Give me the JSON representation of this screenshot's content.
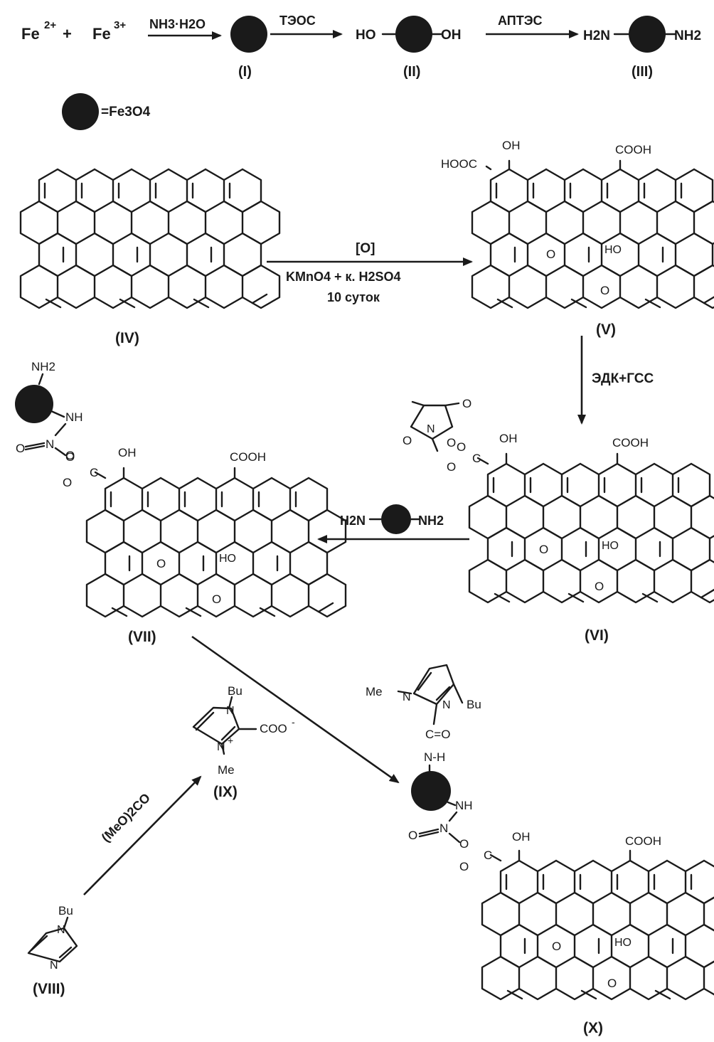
{
  "reagents": {
    "fe2": "Fe",
    "fe2_charge": "2+",
    "plus": "+",
    "fe3": "Fe",
    "fe3_charge": "3+"
  },
  "arrows": {
    "a1": "NH3·H2O",
    "a2": "ТЭОС",
    "a3": "АПТЭС",
    "ox_top": "[O]",
    "ox_reagent": "KMnO4 + к. H2SO4",
    "ox_time": "10 суток",
    "edc": "ЭДК+ГСС",
    "carbonate": "(MeO)2CO"
  },
  "labels": {
    "I": "(I)",
    "II": "(II)",
    "III": "(III)",
    "IV": "(IV)",
    "V": "(V)",
    "VI": "(VI)",
    "VII": "(VII)",
    "VIII": "(VIII)",
    "IX": "(IX)",
    "X": "(X)"
  },
  "legend": {
    "text": "=Fe3O4"
  },
  "groups": {
    "HO": "HO",
    "OH": "OH",
    "H2N": "H2N",
    "NH2": "NH2",
    "NH": "NH",
    "HOOC": "HOOC",
    "COOH": "COOH",
    "O": "O",
    "N": "N",
    "C": "C",
    "Bu": "Bu",
    "Me": "Me",
    "Me_dash": "Me",
    "N_Bu": "N",
    "COO": "COO",
    "COO_charge": "-",
    "N_plus": "+",
    "C_eq_O": "C=O",
    "NH_H": "N-H"
  }
}
